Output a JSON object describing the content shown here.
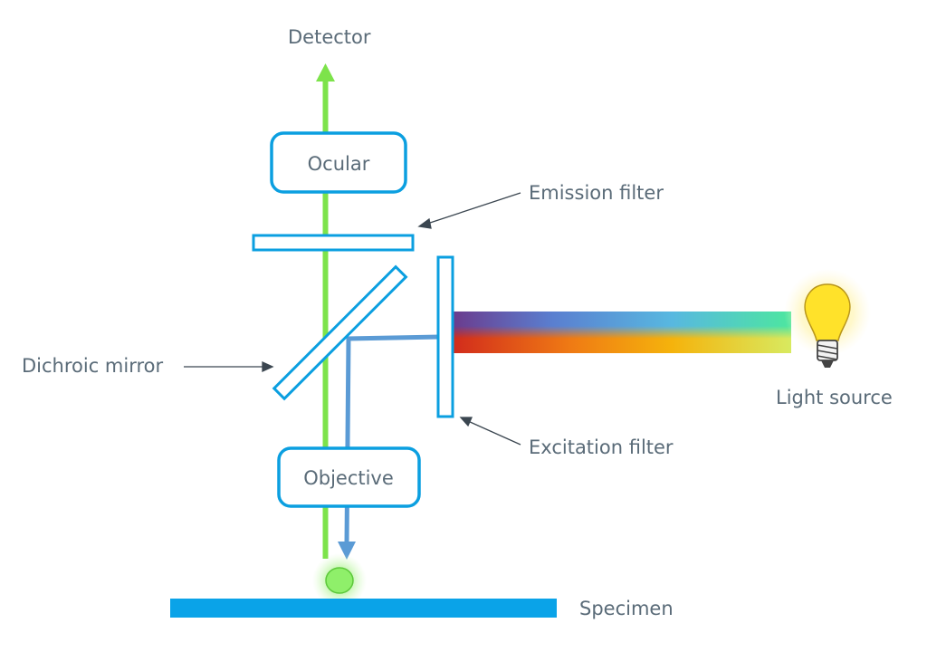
{
  "labels": {
    "detector": "Detector",
    "ocular": "Ocular",
    "emission_filter": "Emission filter",
    "dichroic_mirror": "Dichroic mirror",
    "excitation_filter": "Excitation filter",
    "objective": "Objective",
    "light_source": "Light source",
    "specimen": "Specimen"
  },
  "colors": {
    "component_outline": "#0b9fe0",
    "emission_beam": "#7de34b",
    "excitation_beam": "#5b9bd5",
    "specimen": "#0aa3e8",
    "label_text": "#5a6b78",
    "pointer": "#3b4650",
    "bulb": "#ffe22a"
  },
  "icons": {
    "light_source": "light-bulb-icon",
    "detector_arrow": "arrow-up-icon",
    "specimen_arrow": "arrow-down-icon"
  }
}
